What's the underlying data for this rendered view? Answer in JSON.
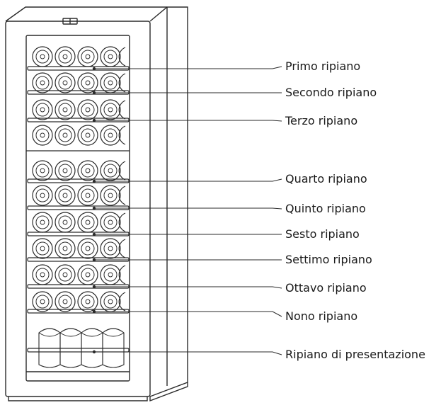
{
  "diagram": {
    "labels": [
      "Primo ripiano",
      "Secondo ripiano",
      "Terzo ripiano",
      "Quarto ripiano",
      "Quinto ripiano",
      "Sesto ripiano",
      "Settimo ripiano",
      "Ottavo ripiano",
      "Nono ripiano",
      "Ripiano di presentazione"
    ]
  },
  "colors": {
    "line": "#2a2a2a",
    "text": "#1a1a1a",
    "background": "#ffffff"
  }
}
